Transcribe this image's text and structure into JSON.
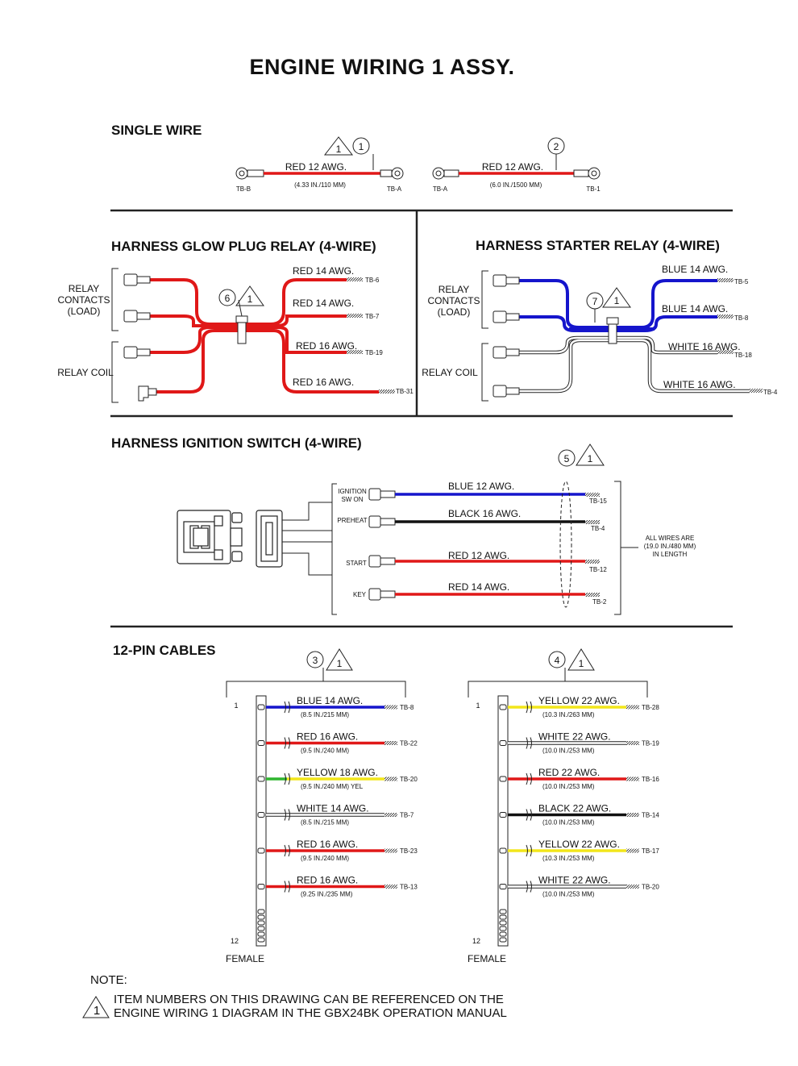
{
  "title": "ENGINE WIRING 1 ASSY.",
  "colors": {
    "red": "#e01818",
    "blue": "#1515cc",
    "yellow": "#f2e61a",
    "green": "#2fb52f",
    "black": "#111111",
    "white": "#ffffff"
  },
  "single_wire": {
    "heading": "SINGLE WIRE",
    "wire1": {
      "item": "1",
      "flag": "1",
      "label": "RED 12 AWG.",
      "length": "(4.33 IN./110 MM)",
      "left_end": "TB-B",
      "right_end": "TB-A"
    },
    "wire2": {
      "item": "2",
      "label": "RED 12 AWG.",
      "length": "(6.0 IN./1500 MM)",
      "left_end": "TB-A",
      "right_end": "TB-1"
    }
  },
  "glow_plug": {
    "heading": "HARNESS GLOW PLUG RELAY (4-WIRE)",
    "item": "6",
    "flag": "1",
    "relay_contacts": [
      "RELAY",
      "CONTACTS",
      "(LOAD)"
    ],
    "relay_coil": "RELAY COIL",
    "wires": [
      {
        "label": "RED 14 AWG.",
        "tb": "TB-6"
      },
      {
        "label": "RED 14 AWG.",
        "tb": "TB-7"
      },
      {
        "label": "RED 16 AWG.",
        "tb": "TB-19"
      },
      {
        "label": "RED 16 AWG.",
        "tb": "TB-31"
      }
    ]
  },
  "starter": {
    "heading": "HARNESS STARTER RELAY (4-WIRE)",
    "item": "7",
    "flag": "1",
    "relay_contacts": [
      "RELAY",
      "CONTACTS",
      "(LOAD)"
    ],
    "relay_coil": "RELAY COIL",
    "wires": [
      {
        "label": "BLUE 14 AWG.",
        "tb": "TB-5"
      },
      {
        "label": "BLUE 14 AWG.",
        "tb": "TB-8"
      },
      {
        "label": "WHITE 16 AWG.",
        "tb": "TB-18"
      },
      {
        "label": "WHITE 16 AWG.",
        "tb": "TB-4"
      }
    ]
  },
  "ignition": {
    "heading": "HARNESS IGNITION SWITCH (4-WIRE)",
    "item": "5",
    "flag": "1",
    "note": [
      "ALL WIRES ARE",
      "(19.0 IN./480 MM)",
      "IN LENGTH"
    ],
    "wires": [
      {
        "pin": [
          "IGNITION",
          "SW ON"
        ],
        "label": "BLUE 12 AWG.",
        "tb": "TB-15"
      },
      {
        "pin": [
          "PREHEAT"
        ],
        "label": "BLACK 16 AWG.",
        "tb": "TB-4"
      },
      {
        "pin": [
          "START"
        ],
        "label": "RED 12 AWG.",
        "tb": "TB-12"
      },
      {
        "pin": [
          "KEY"
        ],
        "label": "RED 14 AWG.",
        "tb": "TB-2"
      }
    ]
  },
  "pin_cables": {
    "heading": "12-PIN CABLES",
    "pin_first": "1",
    "pin_last": "12",
    "connector": "FEMALE",
    "cable3": {
      "item": "3",
      "flag": "1",
      "wires": [
        {
          "label": "BLUE 14 AWG.",
          "length": "(8.5 IN./215 MM)",
          "tb": "TB-8"
        },
        {
          "label": "RED 16 AWG.",
          "length": "(9.5 IN./240 MM)",
          "tb": "TB-22"
        },
        {
          "label": "YELLOW 18 AWG.",
          "length": "(9.5 IN./240 MM) YEL",
          "tb": "TB-20"
        },
        {
          "label": "WHITE 14 AWG.",
          "length": "(8.5 IN./215 MM)",
          "tb": "TB-7"
        },
        {
          "label": "RED 16 AWG.",
          "length": "(9.5 IN./240 MM)",
          "tb": "TB-23"
        },
        {
          "label": "RED 16 AWG.",
          "length": "(9.25 IN./235 MM)",
          "tb": "TB-13"
        }
      ]
    },
    "cable4": {
      "item": "4",
      "flag": "1",
      "wires": [
        {
          "label": "YELLOW 22 AWG.",
          "length": "(10.3 IN./263 MM)",
          "tb": "TB-28"
        },
        {
          "label": "WHITE 22 AWG.",
          "length": "(10.0 IN./253 MM)",
          "tb": "TB-19"
        },
        {
          "label": "RED 22 AWG.",
          "length": "(10.0 IN./253 MM)",
          "tb": "TB-16"
        },
        {
          "label": "BLACK 22 AWG.",
          "length": "(10.0 IN./253 MM)",
          "tb": "TB-14"
        },
        {
          "label": "YELLOW 22 AWG.",
          "length": "(10.3 IN./253 MM)",
          "tb": "TB-17"
        },
        {
          "label": "WHITE 22 AWG.",
          "length": "(10.0 IN./253 MM)",
          "tb": "TB-20"
        }
      ]
    }
  },
  "note": {
    "heading": "NOTE:",
    "flag": "1",
    "lines": [
      "ITEM NUMBERS ON THIS DRAWING CAN BE REFERENCED ON THE",
      "ENGINE WIRING 1 DIAGRAM IN THE GBX24BK OPERATION MANUAL"
    ]
  }
}
